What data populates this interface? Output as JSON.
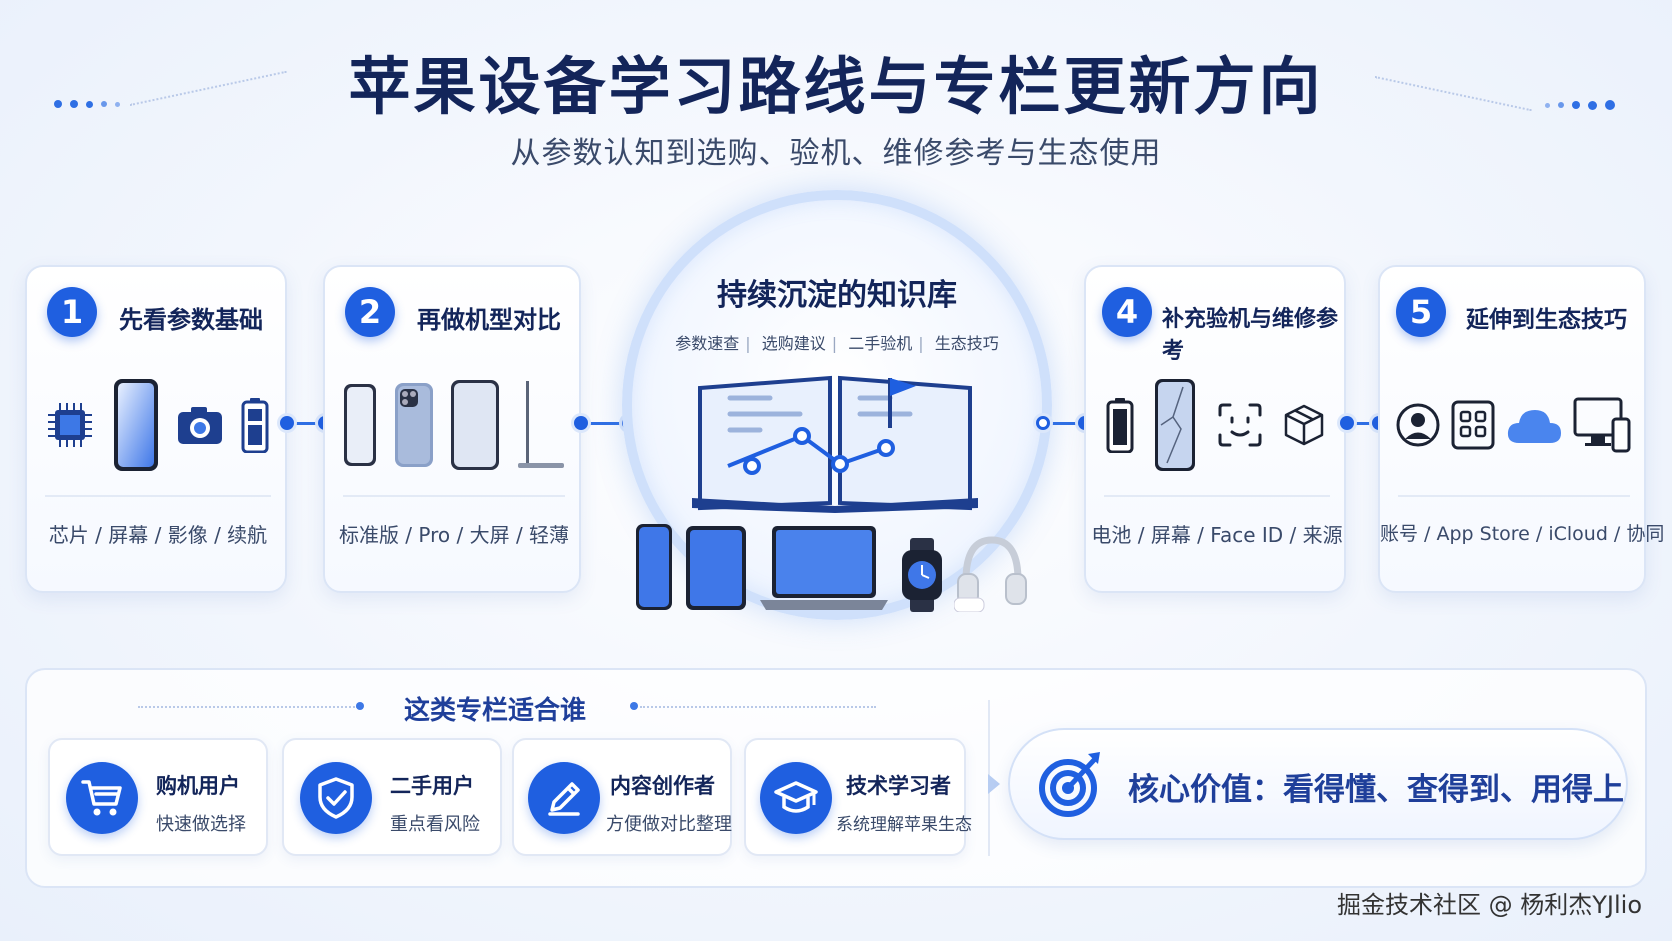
{
  "header": {
    "title": "苹果设备学习路线与专栏更新方向",
    "subtitle": "从参数认知到选购、验机、维修参考与生态使用"
  },
  "steps": [
    {
      "number": "1",
      "title": "先看参数基础",
      "footer": "芯片 / 屏幕 / 影像 / 续航",
      "icons": [
        "chip-icon",
        "iphone-icon",
        "camera-icon",
        "battery-icon"
      ]
    },
    {
      "number": "2",
      "title": "再做机型对比",
      "footer": "标准版 / Pro / 大屏 / 轻薄",
      "icons": [
        "iphone-standard-icon",
        "iphone-pro-icon",
        "iphone-large-icon",
        "macbook-thin-icon"
      ]
    },
    {
      "number": "4",
      "title": "补充验机与维修参考",
      "footer": "电池 / 屏幕 / Face ID / 来源",
      "icons": [
        "battery-icon",
        "cracked-screen-icon",
        "face-id-icon",
        "package-icon"
      ]
    },
    {
      "number": "5",
      "title": "延伸到生态技巧",
      "footer": "账号 / App Store / iCloud / 协同",
      "icons": [
        "account-icon",
        "app-grid-icon",
        "icloud-icon",
        "devices-icon"
      ]
    }
  ],
  "center": {
    "title": "持续沉淀的知识库",
    "tags": [
      "参数速查",
      "选购建议",
      "二手验机",
      "生态技巧"
    ],
    "devices": [
      "iphone-icon",
      "ipad-icon",
      "macbook-icon",
      "watch-icon",
      "headphones-icon"
    ]
  },
  "audience": {
    "title": "这类专栏适合谁",
    "items": [
      {
        "title": "购机用户",
        "desc": "快速做选择",
        "icon": "cart-icon"
      },
      {
        "title": "二手用户",
        "desc": "重点看风险",
        "icon": "shield-check-icon"
      },
      {
        "title": "内容创作者",
        "desc": "方便做对比整理",
        "icon": "pencil-icon"
      },
      {
        "title": "技术学习者",
        "desc": "系统理解苹果生态",
        "icon": "graduation-cap-icon"
      }
    ]
  },
  "core_value": {
    "text": "核心价值：看得懂、查得到、用得上",
    "icon": "target-icon"
  },
  "watermark": "掘金技术社区 @ 杨利杰YJlio",
  "colors": {
    "accent": "#1f5fe0",
    "title": "#13255a",
    "border": "#dbe5f6"
  }
}
